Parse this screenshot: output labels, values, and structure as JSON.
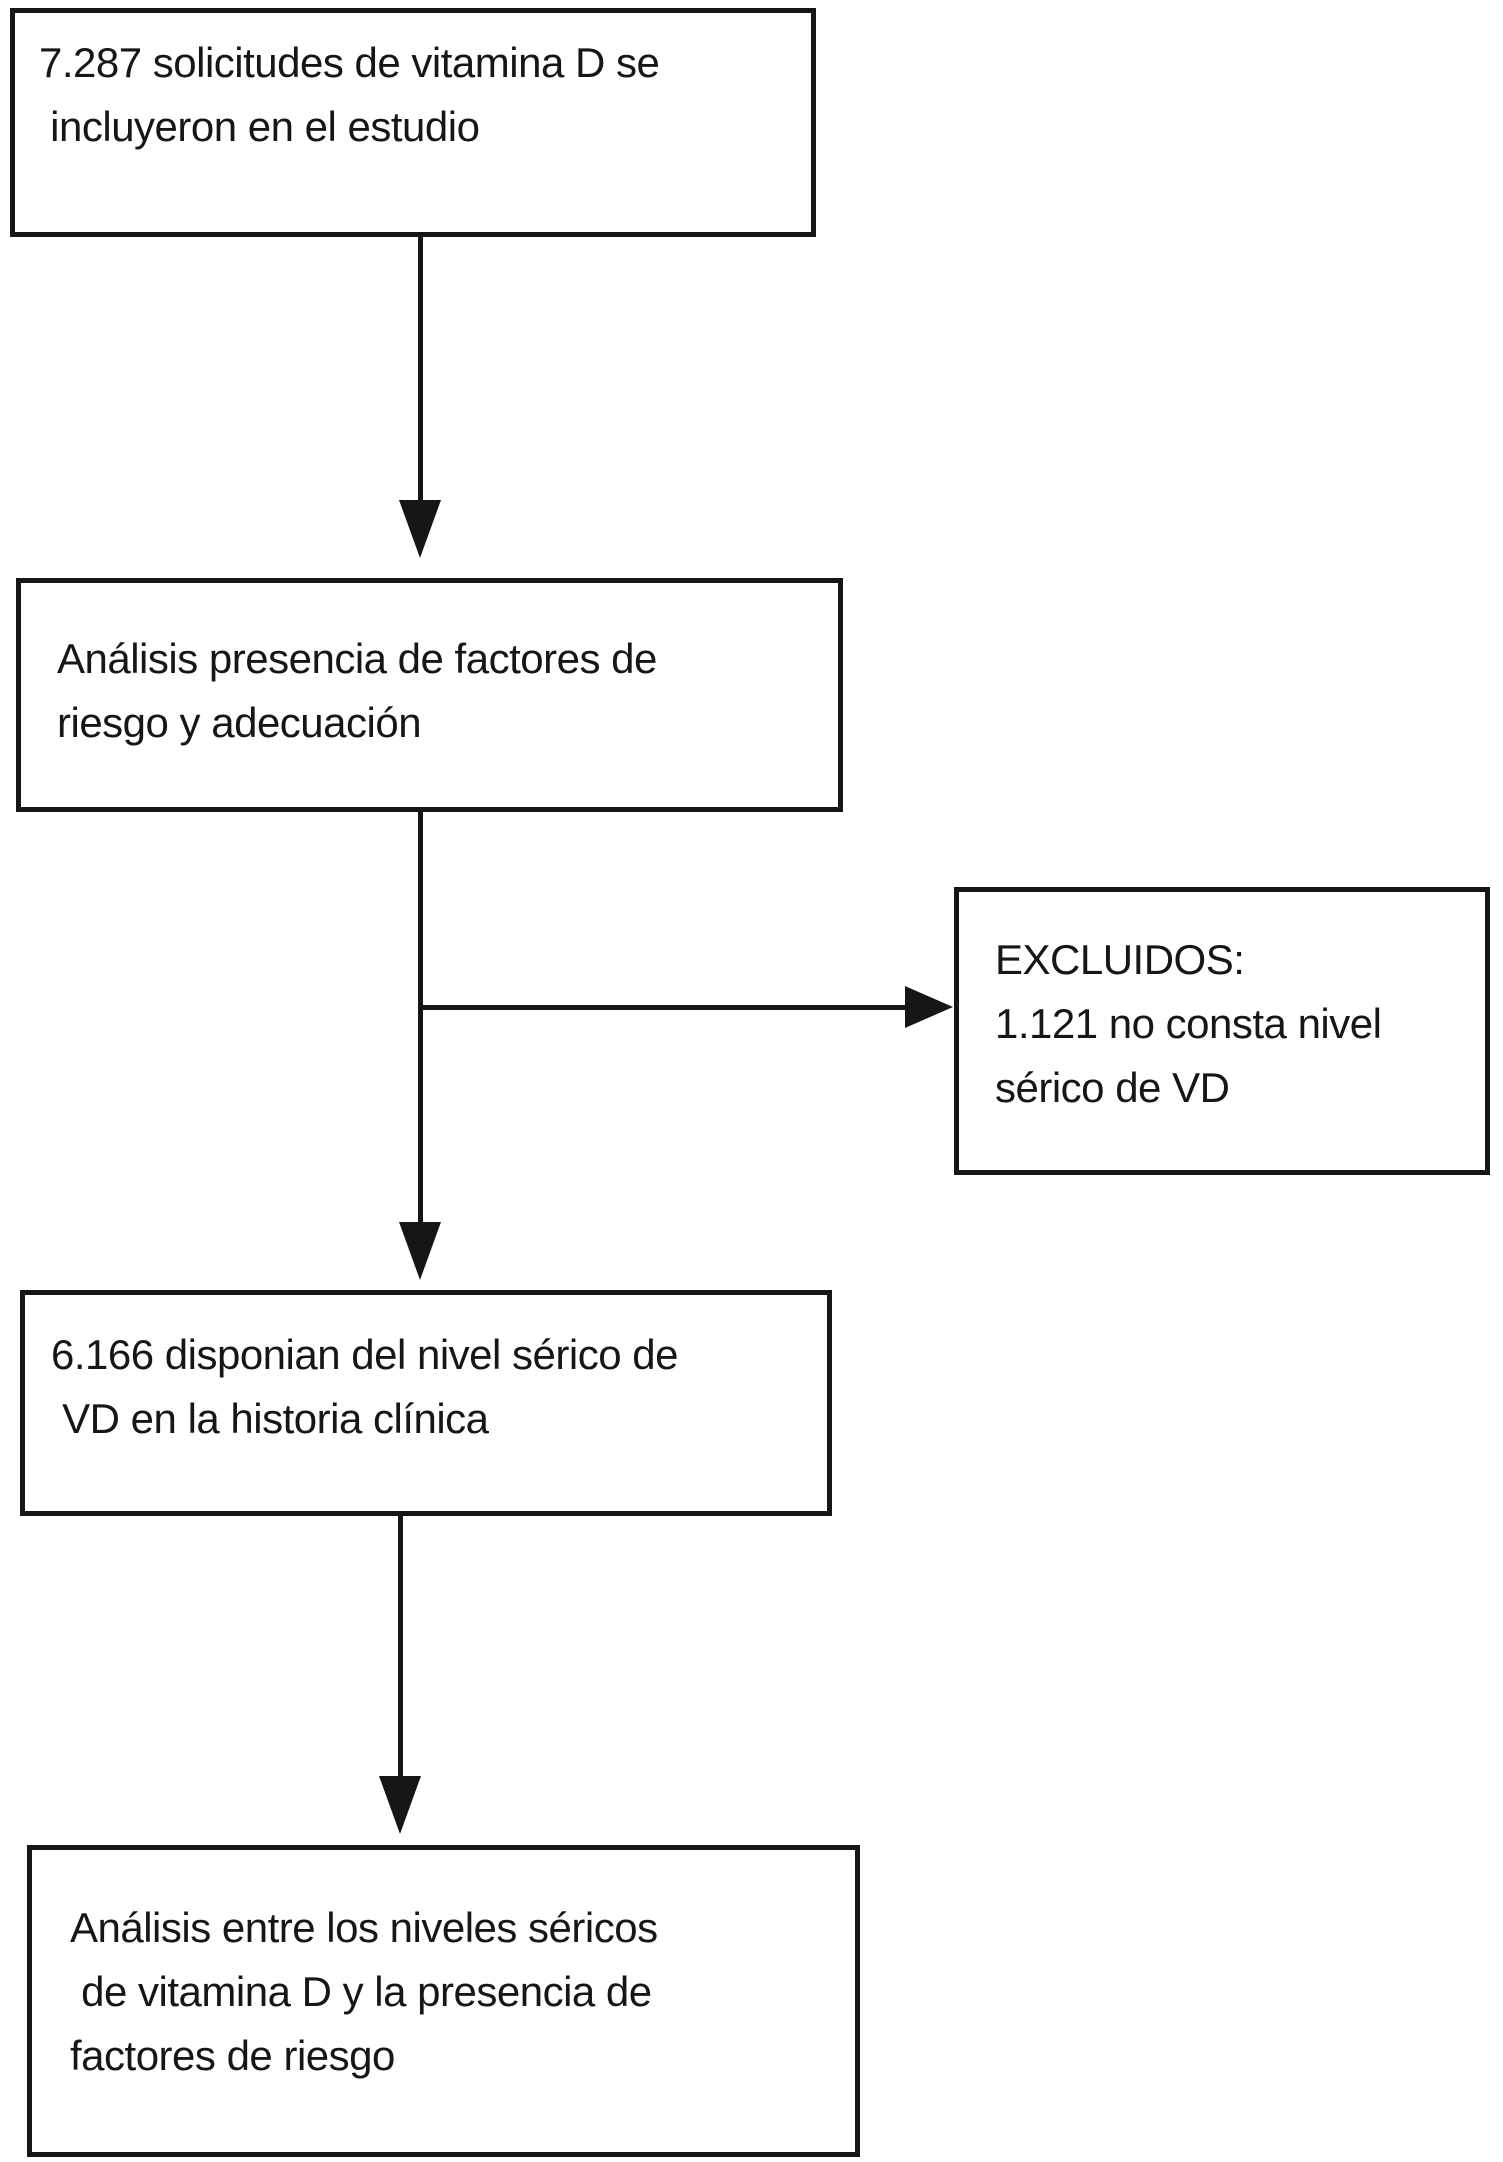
{
  "colors": {
    "background": "#ffffff",
    "line": "#161616",
    "text": "#161616"
  },
  "flowchart": {
    "box_included": {
      "lines": {
        "0": "7.287 solicitudes de vitamina D se",
        "1": " incluyeron en el estudio"
      }
    },
    "box_risk_analysis": {
      "lines": {
        "0": "Análisis presencia de factores de",
        "1": "riesgo y adecuación"
      }
    },
    "box_excluded": {
      "lines": {
        "0": "EXCLUIDOS:",
        "1": "1.121 no consta nivel",
        "2": "sérico de VD"
      }
    },
    "box_serum_available": {
      "lines": {
        "0": "6.166 disponian del nivel sérico de",
        "1": " VD en la historia clínica"
      }
    },
    "box_final_analysis": {
      "lines": {
        "0": "Análisis entre los niveles séricos",
        "1": " de vitamina D y la presencia de",
        "2": "factores de riesgo"
      }
    }
  }
}
